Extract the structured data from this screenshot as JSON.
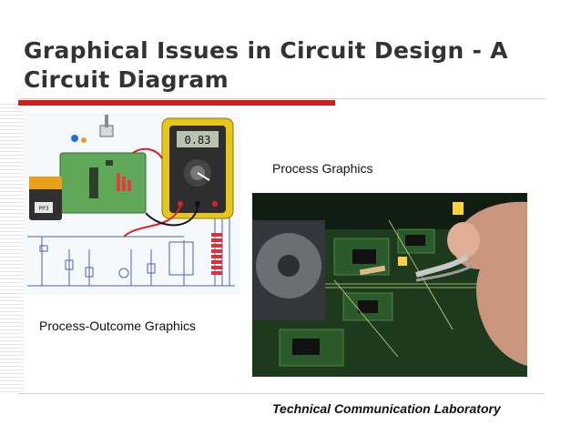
{
  "slide": {
    "title_line1": "Graphical Issues in Circuit Design - A",
    "title_line2": "Circuit Diagram",
    "accent_color": "#cc1f1f",
    "process_label": "Process Graphics",
    "outcome_label": "Process-Outcome Graphics",
    "footer": "Technical Communication Laboratory",
    "meter_reading": "0.83",
    "battery_label": "PP3"
  }
}
